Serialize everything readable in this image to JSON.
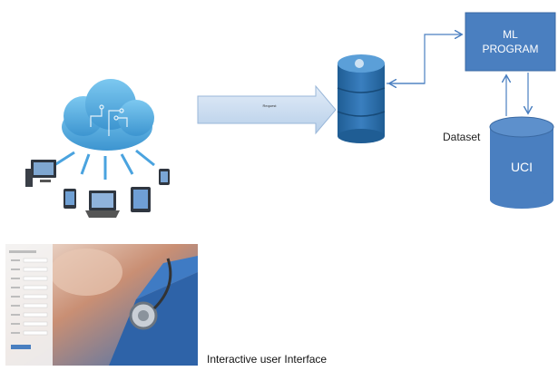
{
  "nodes": {
    "ml_program": "ML\nPROGRAM",
    "dataset_label": "Dataset",
    "uci": "UCI",
    "interface_label": "Interactive user Interface",
    "arrow_label": "Request"
  },
  "icons": {
    "cloud": "cloud-computing-icon",
    "database": "database-icon",
    "ui_screenshot": "stethoscope-interface-image"
  },
  "colors": {
    "box_blue": "#4a7fc0",
    "cloud_blue": "#5ab4e6",
    "arrow_fill": "#c9dcf0",
    "connector": "#4a7fc0"
  }
}
